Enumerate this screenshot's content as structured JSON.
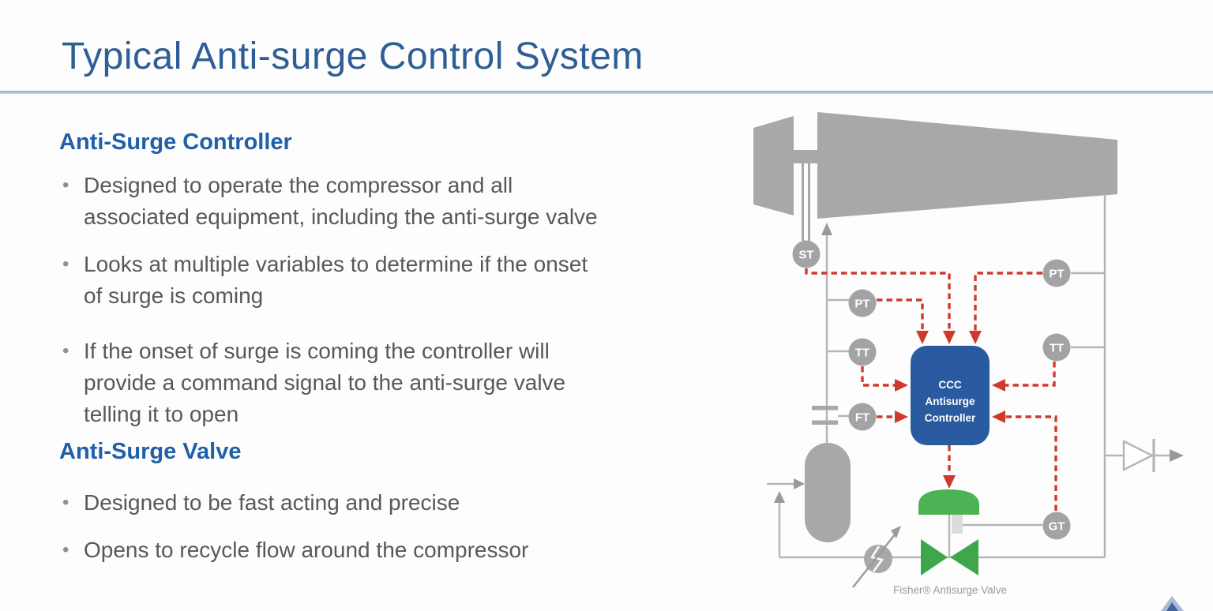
{
  "slide": {
    "title": "Typical Anti-surge Control System",
    "sections": [
      {
        "heading": "Anti-Surge Controller",
        "bullets": [
          "Designed to operate the compressor and all\nassociated equipment, including the anti-surge valve",
          "Looks at multiple variables to determine if the onset\nof surge is coming",
          "If the onset of surge is coming the controller will\nprovide a command signal to the anti-surge valve\ntelling it to open"
        ]
      },
      {
        "heading": "Anti-Surge Valve",
        "bullets": [
          "Designed to be fast acting and precise",
          "Opens to recycle flow around the compressor"
        ]
      }
    ]
  },
  "diagram": {
    "controller": {
      "line1": "CCC",
      "line2": "Antisurge",
      "line3": "Controller"
    },
    "sensors": {
      "st": "ST",
      "pt_suction": "PT",
      "tt_suction": "TT",
      "ft": "FT",
      "pt_discharge": "PT",
      "tt_discharge": "TT",
      "gt": "GT"
    },
    "valve_label": "Fisher® Antisurge Valve",
    "colors": {
      "title_blue": "#2e5e96",
      "heading_blue": "#2060a8",
      "body_gray": "#58585a",
      "equipment_gray": "#a8a8a8",
      "pipe_gray": "#b5b5b5",
      "signal_red": "#cf3a2c",
      "controller_blue": "#2a5aa0",
      "valve_green": "#3fa74b"
    }
  }
}
